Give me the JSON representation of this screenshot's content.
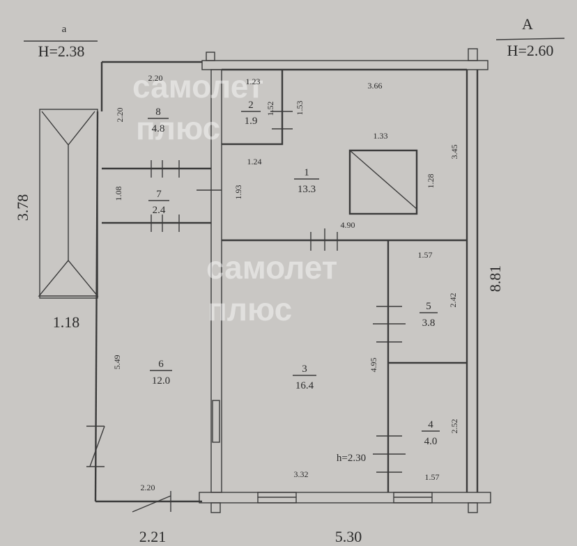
{
  "axes": {
    "left_label": "a",
    "left_height": "H=2.38",
    "right_label": "A",
    "right_height": "H=2.60"
  },
  "rooms": [
    {
      "number": "1",
      "area": "13.3"
    },
    {
      "number": "2",
      "area": "1.9"
    },
    {
      "number": "3",
      "area": "16.4"
    },
    {
      "number": "4",
      "area": "4.0"
    },
    {
      "number": "5",
      "area": "3.8"
    },
    {
      "number": "6",
      "area": "12.0"
    },
    {
      "number": "7",
      "area": "2.4"
    },
    {
      "number": "8",
      "area": "4.8"
    }
  ],
  "dimensions": {
    "r8_top": "2.20",
    "r8_side": "2.20",
    "r2_top": "1.23",
    "r2_side_a": "1.52",
    "r2_side_b": "1.53",
    "r1_top": "3.66",
    "shaft_top": "1.33",
    "shaft_side": "1.28",
    "r1_side": "3.45",
    "r1_left": "1.24",
    "r7_side": "1.08",
    "r7_right": "1.93",
    "r1_bottom": "4.90",
    "r5_top": "1.57",
    "r5_side": "2.42",
    "r3_side": "4.95",
    "r4_side": "2.52",
    "r4_bottom": "1.57",
    "r3_bottom": "3.32",
    "ceiling": "h=2.30",
    "r6_side": "5.49",
    "r6_bottom": "2.20"
  },
  "overall": {
    "balcony_length": "3.78",
    "balcony_width": "1.18",
    "total_height": "8.81",
    "bottom_left": "2.21",
    "bottom_right": "5.30"
  },
  "watermark": {
    "line1": "самолет",
    "line2": "плюс"
  }
}
